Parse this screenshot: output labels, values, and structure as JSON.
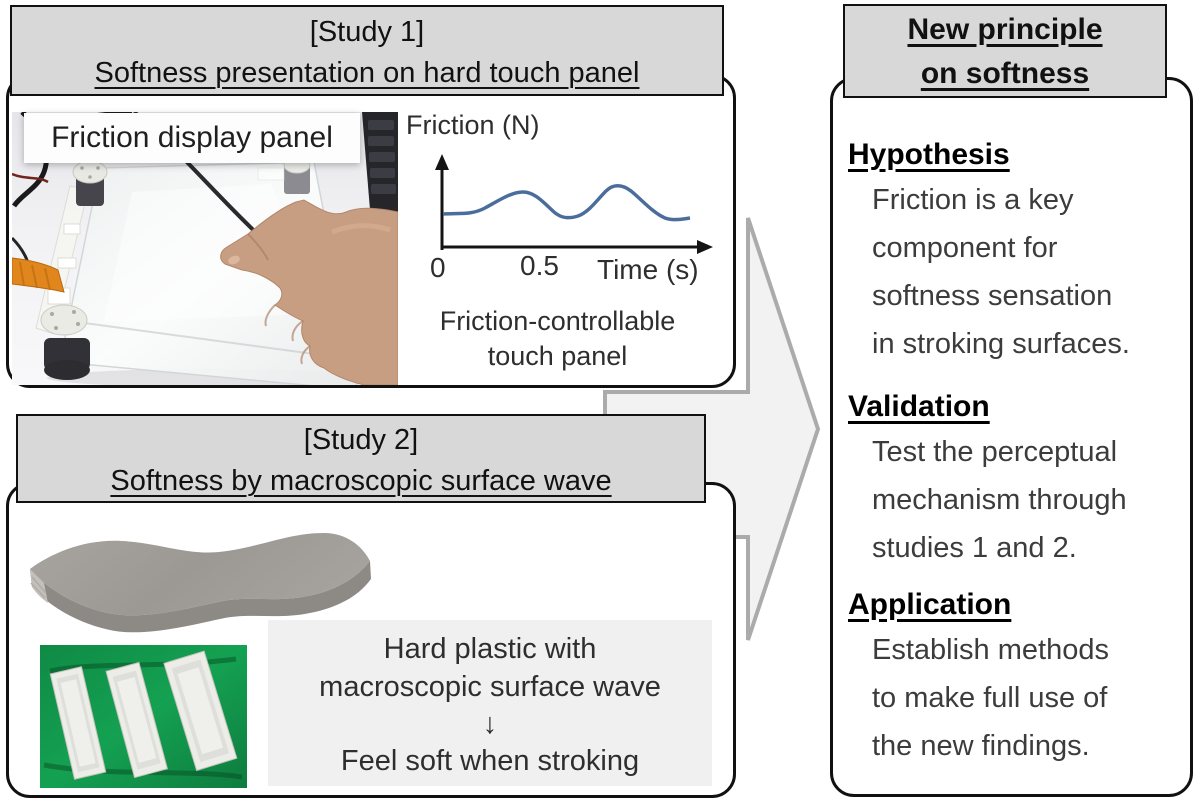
{
  "colors": {
    "header_fill": "#d8d8d8",
    "note_fill": "#f0f0f0",
    "arrow_fill": "#f2f2f2",
    "arrow_border": "#ababab",
    "curve_blue": "#4a6d9c",
    "box_border": "#111111",
    "photo_green": "#12984c"
  },
  "study1": {
    "header": {
      "line1": "【Study 1】",
      "line2": "Softness presentation on hard touch panel"
    },
    "photo_label": "Friction display panel",
    "graph": {
      "type": "line",
      "ylabel": "Friction (N)",
      "xlabel": "Time (s)",
      "xticks": [
        "0",
        "0.5"
      ],
      "caption_line1": "Friction-controllable",
      "caption_line2": "touch panel",
      "curve_color": "#4a6d9c"
    }
  },
  "study2": {
    "header": {
      "line1": "【Study 2】",
      "line2": "Softness by macroscopic surface wave"
    },
    "note": {
      "line1": "Hard plastic with",
      "line2": "macroscopic surface wave",
      "arrow": "↓",
      "line3": "Feel soft when stroking"
    }
  },
  "principle": {
    "header": {
      "line1": "New principle",
      "line2": "on softness"
    },
    "sections": [
      {
        "heading": "Hypothesis",
        "lines": [
          "Friction is a key",
          "component for",
          "softness sensation",
          "in stroking surfaces."
        ]
      },
      {
        "heading": "Validation",
        "lines": [
          "Test the perceptual",
          "mechanism through",
          "studies 1 and 2."
        ]
      },
      {
        "heading": "Application",
        "lines": [
          "Establish methods",
          "to make full use of",
          "the new findings."
        ]
      }
    ]
  }
}
